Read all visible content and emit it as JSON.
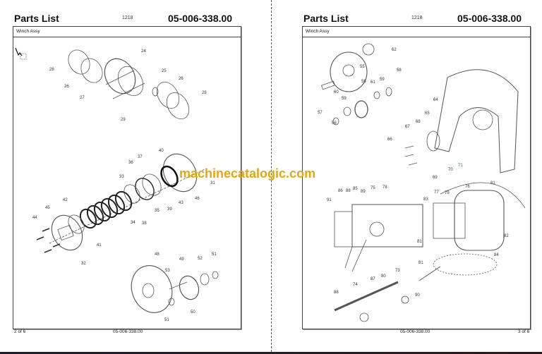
{
  "watermark": "machinecatalogic.com",
  "left_page": {
    "title": "Parts List",
    "code": "1218",
    "doc_number": "05-006-338.00",
    "section": "Winch Assy",
    "footer_page": "2 of 6",
    "footer_doc": "05-006-338.00",
    "callouts": [
      "24",
      "28",
      "25",
      "26",
      "26",
      "27",
      "28",
      "29",
      "40",
      "37",
      "36",
      "33",
      "31",
      "46",
      "43",
      "35",
      "39",
      "34",
      "38",
      "42",
      "45",
      "44",
      "41",
      "32",
      "48",
      "49",
      "52",
      "51",
      "53",
      "50",
      "51"
    ]
  },
  "right_page": {
    "title": "Parts List",
    "code": "1218",
    "doc_number": "05-006-338.00",
    "section": "Winch Assy",
    "footer_page": "3 of 6",
    "footer_doc": "05-006-338.00",
    "callouts": [
      "62",
      "55",
      "58",
      "59",
      "56",
      "61",
      "60",
      "59",
      "57",
      "56",
      "64",
      "65",
      "67",
      "68",
      "66",
      "70",
      "71",
      "69",
      "86",
      "88",
      "85",
      "89",
      "75",
      "78",
      "77",
      "79",
      "76",
      "81",
      "91",
      "83",
      "82",
      "84",
      "81",
      "81",
      "73",
      "80",
      "74",
      "87",
      "88",
      "90"
    ]
  }
}
